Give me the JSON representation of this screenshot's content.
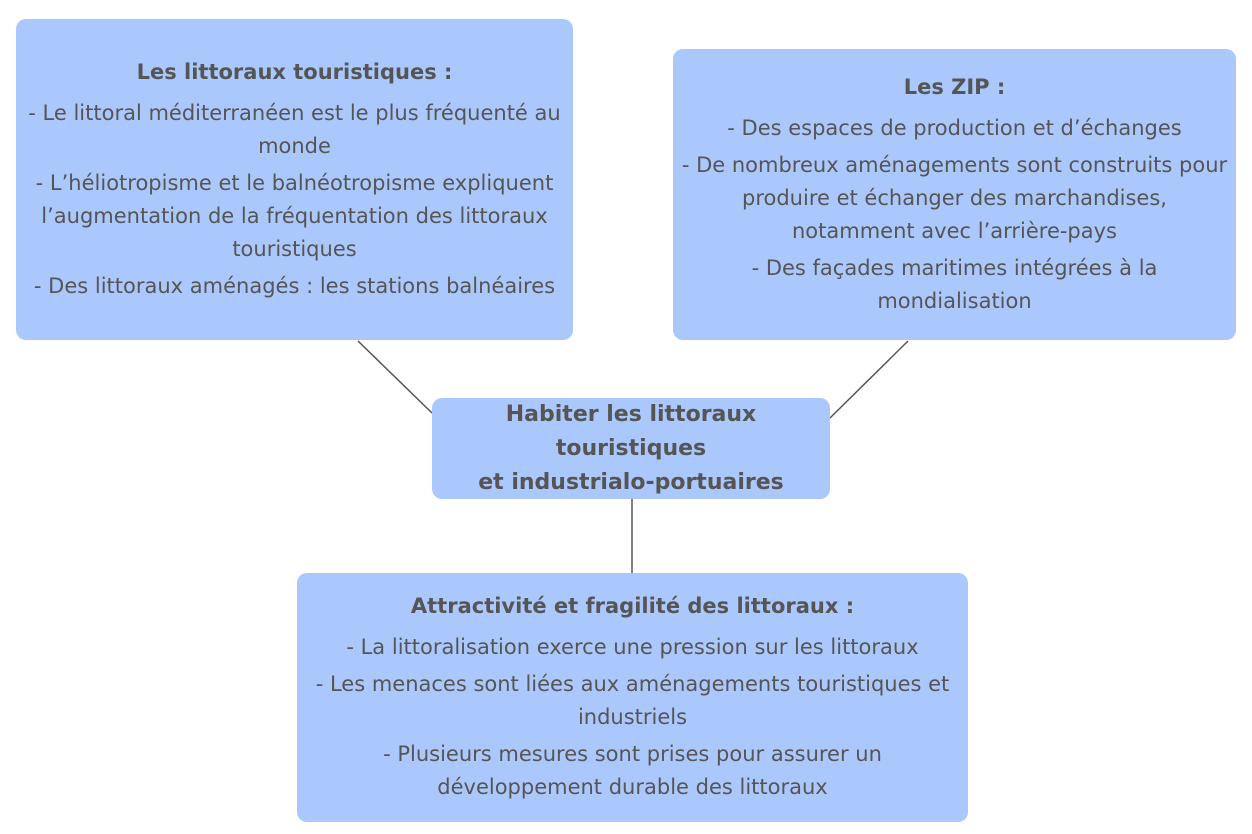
{
  "center": {
    "line1": "Habiter les littoraux touristiques",
    "line2": "et industrialo-portuaires"
  },
  "top_left": {
    "title": "Les littoraux touristiques :",
    "items": [
      "- Le littoral méditerranéen est le plus fréquenté au monde",
      "- L’héliotropisme et le balnéotropisme expliquent l’augmentation de la fréquentation des littoraux touristiques",
      "- Des littoraux aménagés : les stations balnéaires"
    ]
  },
  "top_right": {
    "title": "Les ZIP :",
    "items": [
      "- Des espaces de production et d’échanges",
      "- De nombreux aménagements sont construits pour produire et échanger des marchandises, notamment avec l’arrière-pays",
      "- Des façades maritimes intégrées à la mondialisation"
    ]
  },
  "bottom": {
    "title": "Attractivité et fragilité des littoraux :",
    "items": [
      "- La littoralisation exerce une pression sur les littoraux",
      "- Les menaces sont liées aux aménagements touristiques et industriels",
      "- Plusieurs mesures sont prises pour assurer un développement durable des littoraux"
    ]
  },
  "colors": {
    "node_fill": "#abc8fd",
    "text": "#555555",
    "connector": "#555555"
  }
}
